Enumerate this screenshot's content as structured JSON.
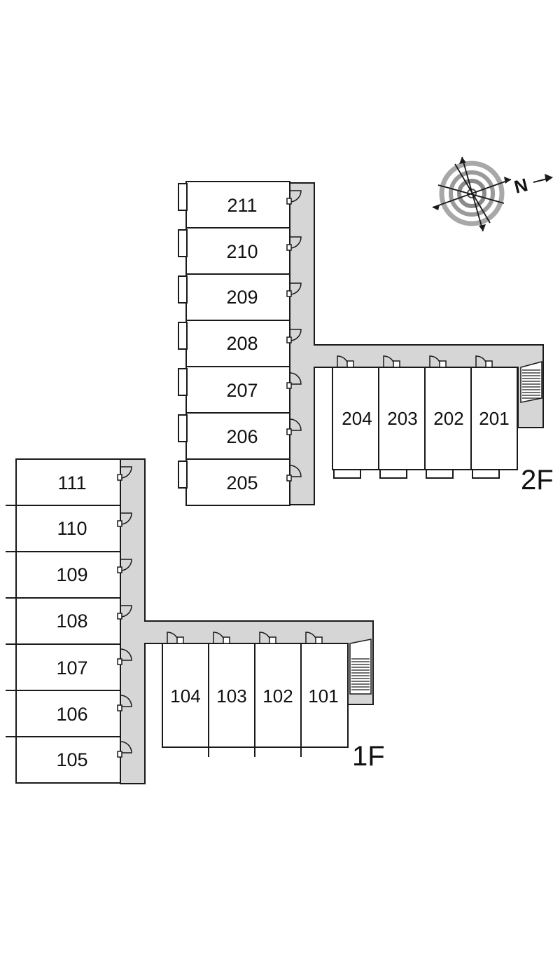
{
  "floors": [
    {
      "label": "2F",
      "rooms": [
        "211",
        "210",
        "209",
        "208",
        "207",
        "206",
        "205",
        "204",
        "203",
        "202",
        "201"
      ]
    },
    {
      "label": "1F",
      "rooms": [
        "111",
        "110",
        "109",
        "108",
        "107",
        "106",
        "105",
        "104",
        "103",
        "102",
        "101"
      ]
    }
  ],
  "compass": {
    "label": "N",
    "icon": "north-arrow-icon"
  },
  "colors": {
    "corridor": "#d6d6d6",
    "line": "#1a1a1a",
    "background": "#ffffff"
  }
}
